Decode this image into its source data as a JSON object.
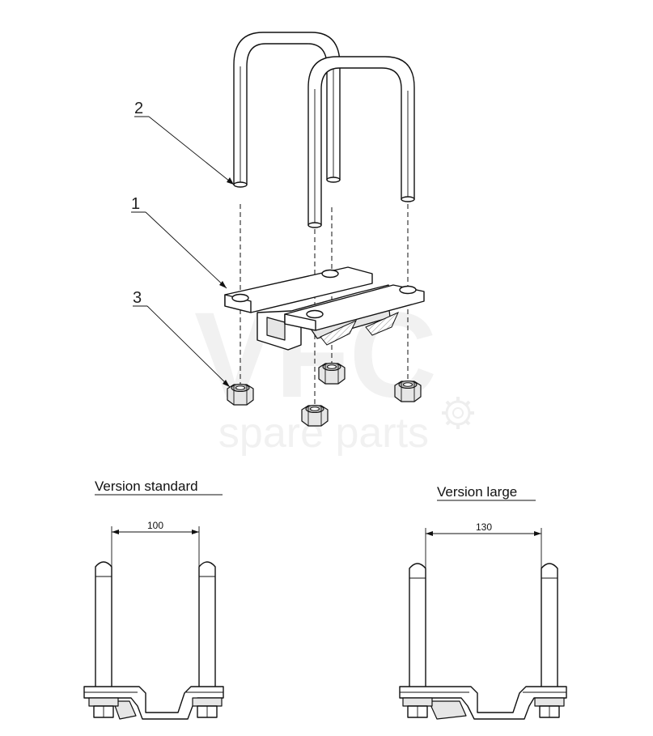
{
  "watermark": {
    "brand": "VFC",
    "tagline": "spare parts"
  },
  "callouts": [
    {
      "number": "1",
      "part": "bracket"
    },
    {
      "number": "2",
      "part": "u-bolt"
    },
    {
      "number": "3",
      "part": "nut"
    }
  ],
  "views": {
    "standard": {
      "title": "Version standard",
      "dimension": "100"
    },
    "large": {
      "title": "Version large",
      "dimension": "130"
    }
  },
  "colors": {
    "line": "#111111",
    "shade": "#e6e6e6",
    "watermark": "#f1f1f1"
  }
}
